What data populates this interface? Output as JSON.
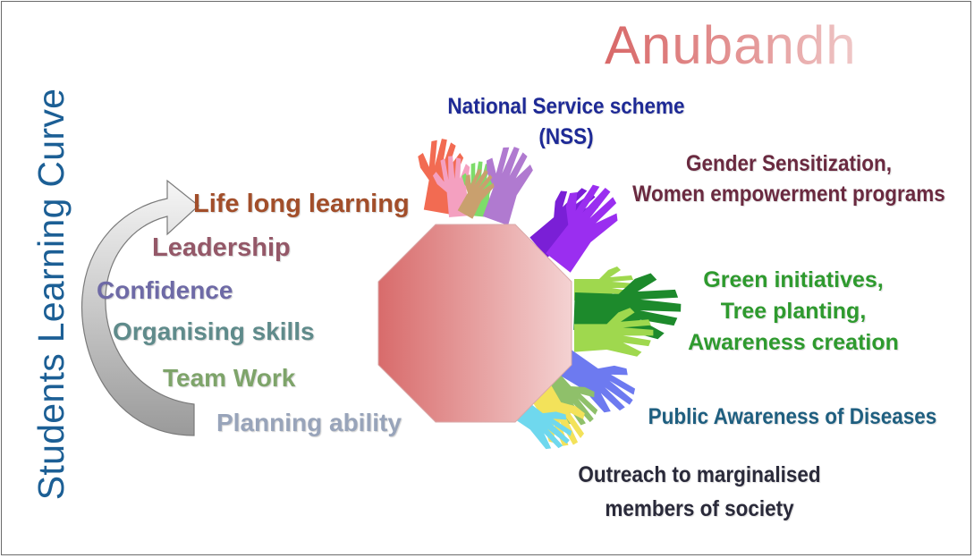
{
  "side_title": "Students Learning Curve",
  "brand": "Anubandh",
  "skills": [
    "Life long learning",
    "Leadership",
    "Confidence",
    "Organising skills",
    "Team Work",
    "Planning ability"
  ],
  "programs": {
    "nss": [
      "National Service scheme",
      "(NSS)"
    ],
    "gender": [
      "Gender Sensitization,",
      "Women empowerment programs"
    ],
    "green": [
      "Green initiatives,",
      "Tree planting,",
      "Awareness creation"
    ],
    "health": [
      "Public Awareness of Diseases"
    ],
    "outreach": [
      "Outreach to marginalised",
      "members of society"
    ]
  },
  "colors": {
    "title_blue": "#1c5f95",
    "hub_start": "#d86b6b",
    "hub_end": "#f2caca"
  }
}
